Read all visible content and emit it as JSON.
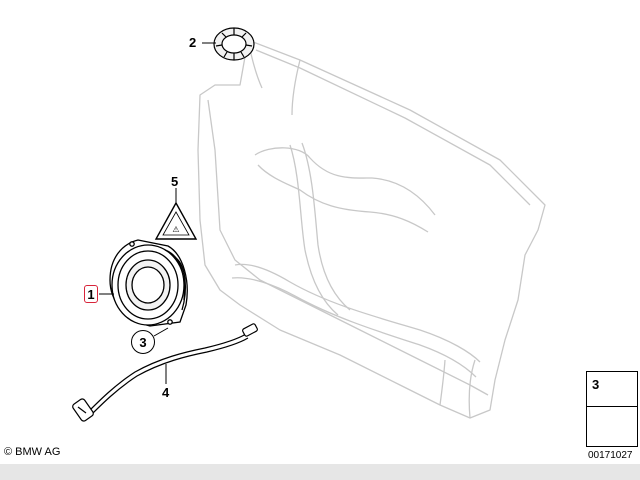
{
  "callouts": {
    "part_1": "1",
    "part_2": "2",
    "part_3": "3",
    "part_4": "4",
    "part_5": "5"
  },
  "legend": {
    "part_number": "3"
  },
  "footer": {
    "copyright": "© BMW AG",
    "diagram_id": "00171027"
  },
  "colors": {
    "line": "#000000",
    "panel_line": "#c8c8c8",
    "highlight_box": "#d8243a",
    "bottom_bar": "#e6e6e6"
  }
}
